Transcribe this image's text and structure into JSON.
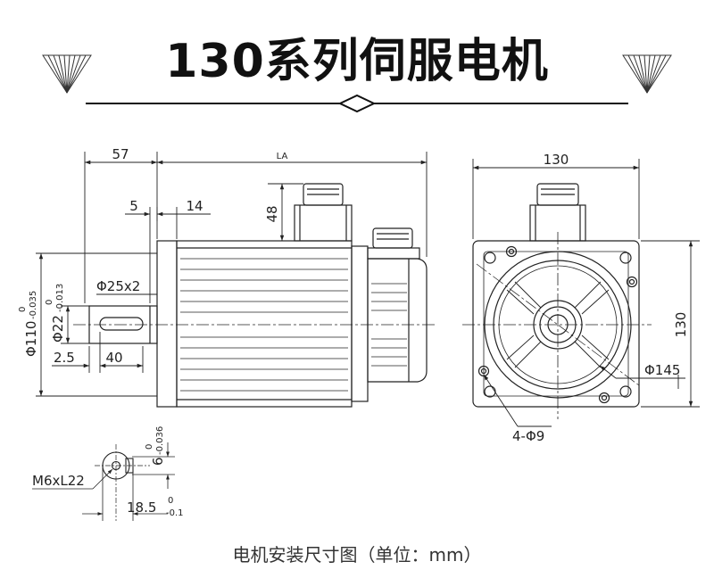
{
  "title": "130系列伺服电机",
  "caption": "电机安装尺寸图（单位：mm）",
  "dims": {
    "d57": "57",
    "la": "LA",
    "d5": "5",
    "d14": "14",
    "d48": "48",
    "phi25": "Φ25x2",
    "phi110": "Φ110",
    "phi110_tol_top": "0",
    "phi110_tol_bot": "-0.035",
    "phi22": "Φ22",
    "phi22_tol_top": "0",
    "phi22_tol_bot": "-0.013",
    "d25": "2.5",
    "d40": "40",
    "d130_top": "130",
    "d130_side": "130",
    "phi145": "Φ145",
    "holes": "4-Φ9",
    "m6": "M6xL22",
    "d6": "6",
    "d6_tol_top": "0",
    "d6_tol_bot": "-0.036",
    "d185": "18.5",
    "d185_tol_top": "0",
    "d185_tol_bot": "-0.1"
  }
}
